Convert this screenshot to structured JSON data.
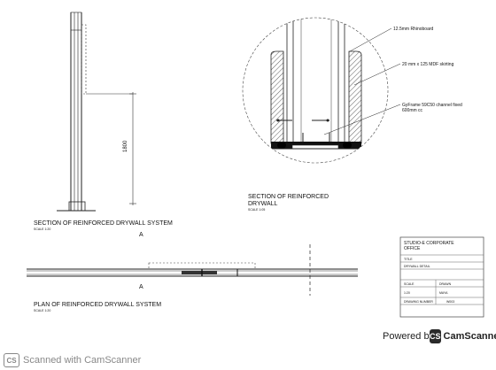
{
  "section_view": {
    "title": "SECTION OF REINFORCED DRYWALL SYSTEM",
    "scale": "SCALE 1:20",
    "marker": "A",
    "dimension": "1800"
  },
  "detail_view": {
    "title_line1": "SECTION OF REINFORCED",
    "title_line2": "DRYWALL",
    "scale": "SCALE 1:05",
    "callouts": {
      "rhinoboard": "12.5mm Rhinoboard",
      "mdf": "20  mm x 125 MDF skirting",
      "gyframe_line1": "GyFrame 59C50 channel fixed",
      "gyframe_line2": "600mm cc"
    }
  },
  "plan_view": {
    "title": "PLAN OF REINFORCED DRYWALL SYSTEM",
    "scale": "SCALE 1:20",
    "marker": "A"
  },
  "title_block": {
    "company_line1": "STUDIO-E CORPORATE",
    "company_line2": "OFFICE",
    "title_label": "TITLE",
    "title_value": "DRYWALL DETAIL",
    "scale_label": "SCALE",
    "scale_value": "1:20",
    "drawn_label": "DRAWN",
    "drawn_value": "MAYA",
    "drawing_number_label": "DRAWING NUMBER",
    "drawing_number_value": "W003"
  },
  "footer": {
    "powered_by": "Powered by",
    "badge_logo": "CS",
    "badge_name": "CamScanner",
    "scan_logo": "CS",
    "scan_text": "Scanned with CamScanner"
  }
}
